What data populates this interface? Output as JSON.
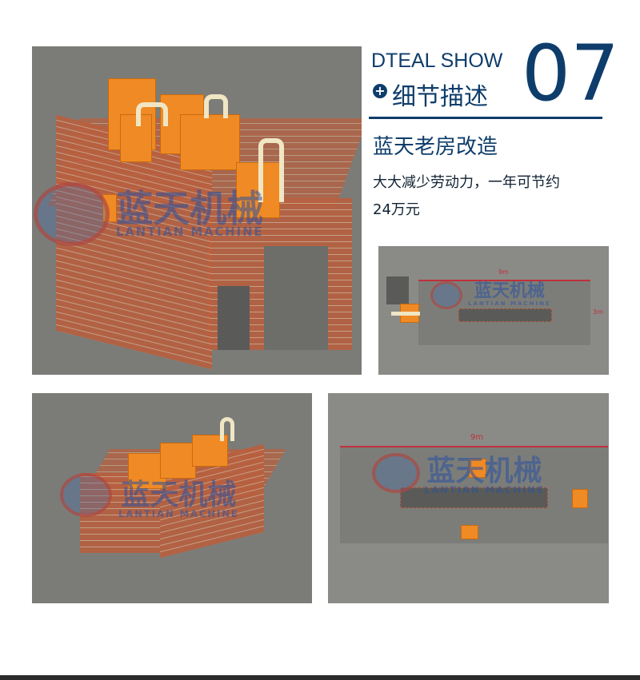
{
  "header": {
    "english_title": "DTEAL SHOW",
    "chinese_title": "细节描述",
    "number": "07",
    "plus_icon": "plus-circle-icon"
  },
  "section": {
    "title": "蓝天老房改造",
    "description_line1": "大大减少劳动力，一年可节约",
    "description_line2": "24万元"
  },
  "watermark": {
    "cn": "蓝天机械",
    "en": "LANTIAN MACHINE"
  },
  "dimensions": {
    "length": "9m",
    "width": "3m"
  },
  "colors": {
    "accent": "#0e3d6b",
    "machine": "#f08a24",
    "brick": "#b9603f",
    "background": "#7b7c78"
  }
}
